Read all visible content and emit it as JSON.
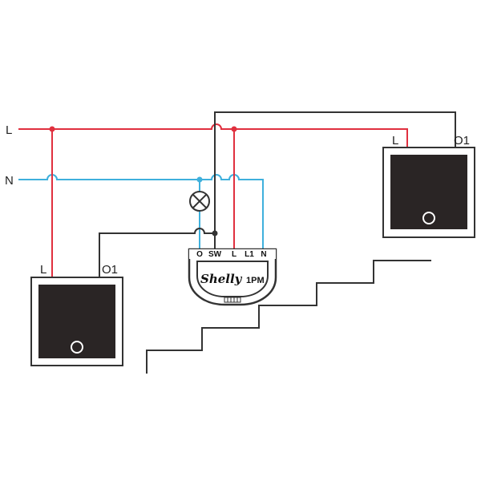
{
  "lines": {
    "live_label": "L",
    "neutral_label": "N"
  },
  "left_switch": {
    "terminal_live": "L",
    "terminal_output": "O1"
  },
  "right_switch": {
    "terminal_live": "L",
    "terminal_output": "O1"
  },
  "device": {
    "brand": "Shelly",
    "model": "1PM",
    "terminals": [
      "O",
      "SW",
      "L",
      "L1",
      "N"
    ]
  },
  "colors": {
    "live_wire": "#e0303f",
    "neutral_wire": "#3fb0dc",
    "switch_wire": "#333333",
    "switch_body": "#2a2525"
  }
}
